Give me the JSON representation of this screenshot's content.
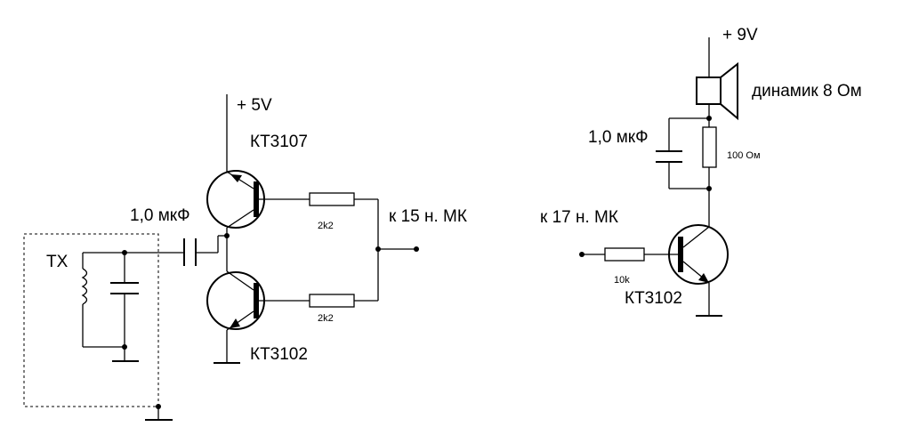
{
  "left_circuit": {
    "supply": "+ 5V",
    "top_transistor": "КТ3107",
    "bottom_transistor": "КТ3102",
    "capacitor": "1,0 мкФ",
    "resistor_top": "2k2",
    "resistor_bottom": "2k2",
    "output": "к 15 н. МК",
    "tank_label": "TX"
  },
  "right_circuit": {
    "supply": "+ 9V",
    "speaker": "динамик 8 Ом",
    "capacitor": "1,0 мкФ",
    "resistor_load": "100 Ом",
    "input": "к 17 н. МК",
    "resistor_base": "10k",
    "transistor": "КТ3102"
  }
}
